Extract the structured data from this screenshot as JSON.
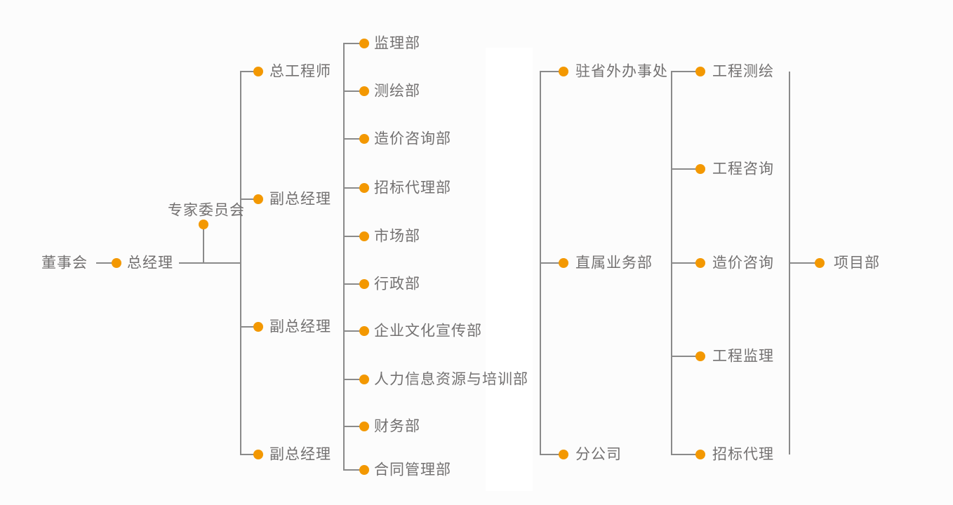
{
  "diagram": {
    "type": "org-chart",
    "language": "zh-CN",
    "colors": {
      "node_dot": "#f39801",
      "connector_line": "#8a8a8a",
      "label_text": "#737171",
      "background": "#fcfcfc"
    }
  },
  "org": {
    "board": {
      "label": "董事会"
    },
    "general_manager": {
      "label": "总经理"
    },
    "expert_committee": {
      "label": "专家委员会"
    },
    "executives": [
      {
        "label": "总工程师"
      },
      {
        "label": "副总经理"
      },
      {
        "label": "副总经理"
      },
      {
        "label": "副总经理"
      }
    ],
    "departments": [
      {
        "label": "监理部"
      },
      {
        "label": "测绘部"
      },
      {
        "label": "造价咨询部"
      },
      {
        "label": "招标代理部"
      },
      {
        "label": "市场部"
      },
      {
        "label": "行政部"
      },
      {
        "label": "企业文化宣传部"
      },
      {
        "label": "人力信息资源与培训部"
      },
      {
        "label": "财务部"
      },
      {
        "label": "合同管理部"
      }
    ],
    "branches": [
      {
        "label": "驻省外办事处"
      },
      {
        "label": "直属业务部"
      },
      {
        "label": "分公司"
      }
    ],
    "business_lines": [
      {
        "label": "工程测绘"
      },
      {
        "label": "工程咨询"
      },
      {
        "label": "造价咨询"
      },
      {
        "label": "工程监理"
      },
      {
        "label": "招标代理"
      }
    ],
    "project_dept": {
      "label": "项目部"
    }
  }
}
